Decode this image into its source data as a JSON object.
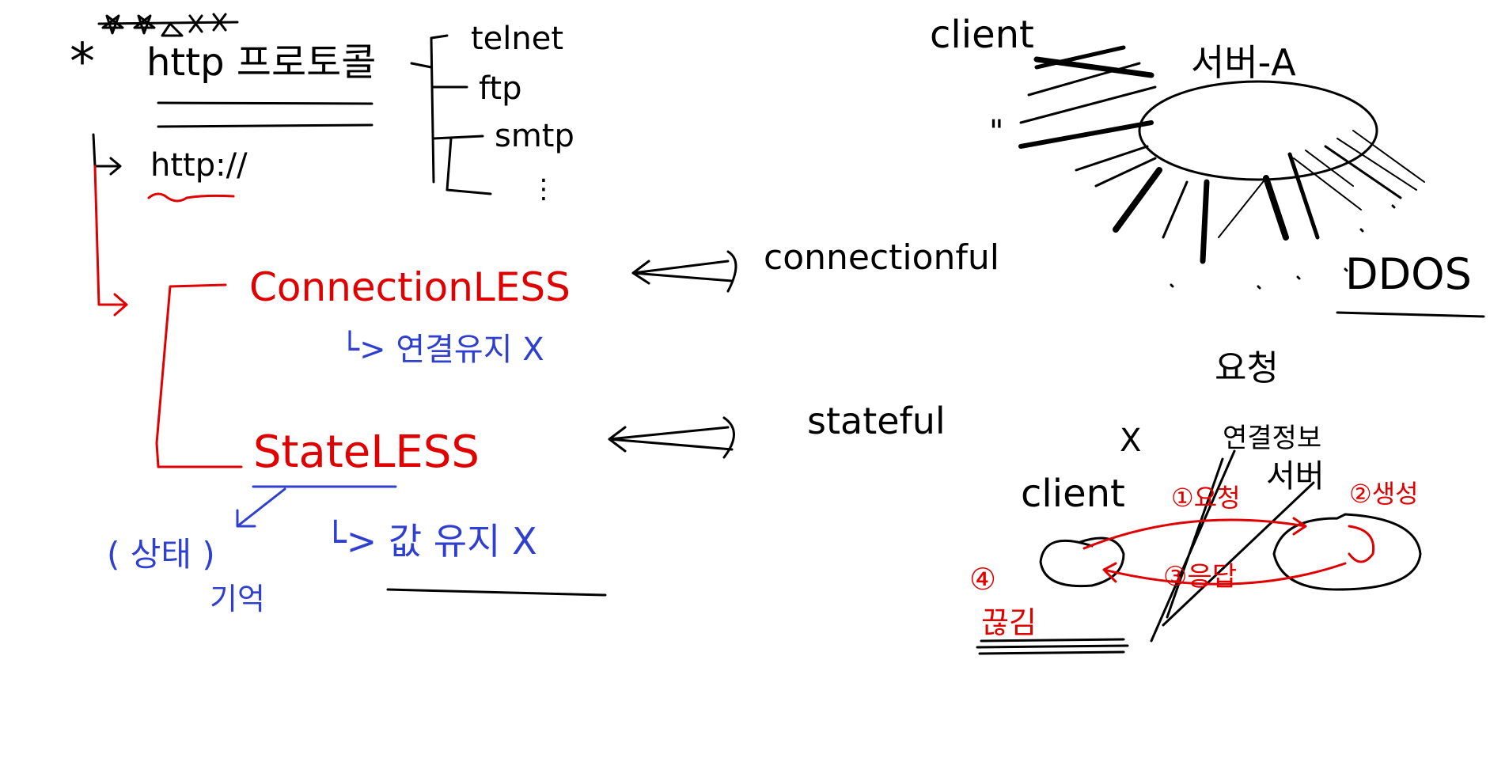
{
  "colors": {
    "black": "#000000",
    "red": "#e00000",
    "blue": "#2f3fd0",
    "background": "#ffffff"
  },
  "left": {
    "asterisk": "*",
    "title": "http 프로토콜",
    "tree_items": [
      "telnet",
      "ftp",
      "smtp",
      "⋮"
    ],
    "scheme": "http://",
    "connectionless": "ConnectionLESS",
    "connectionless_note": "└> 연결유지 X",
    "stateless": "StateLESS",
    "stateless_note": "└> 값 유지 X",
    "stateless_side": "( 상태 )",
    "stateless_side2": "기억"
  },
  "middle": {
    "connectionful": "connectionful",
    "stateful": "stateful"
  },
  "right_top": {
    "client": "client",
    "server": "서버-A",
    "ddos": "DDOS",
    "dots": "\""
  },
  "right_bottom": {
    "title": "요청",
    "x_mark": "X",
    "label_top": "연결정보",
    "client": "client",
    "server": "서버",
    "step1": "①요청",
    "step2": "②생성",
    "step3": "③응답",
    "step4": "④",
    "step4_label": "끊김"
  }
}
